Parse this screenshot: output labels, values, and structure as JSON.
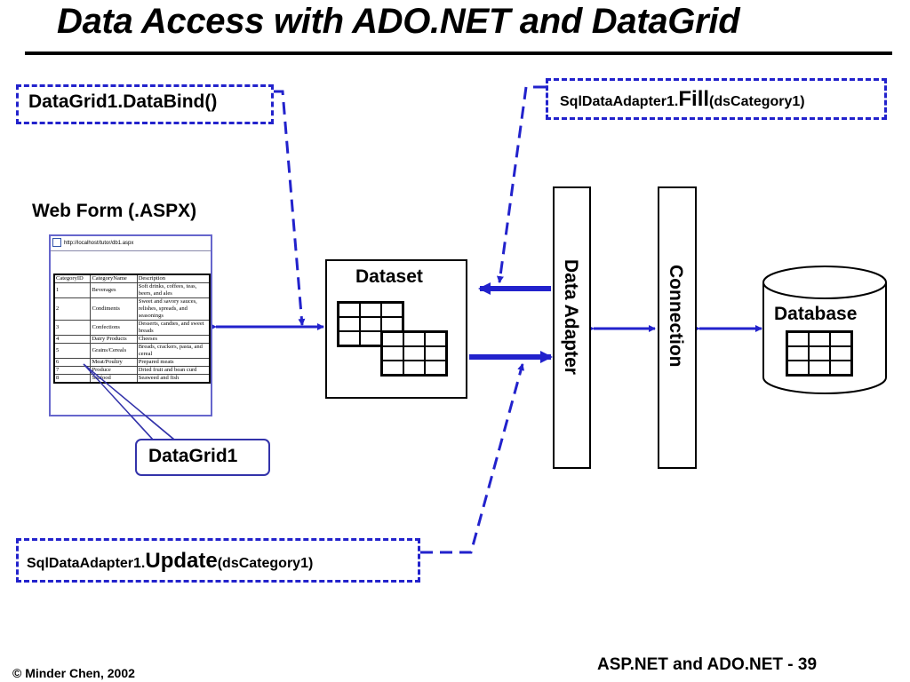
{
  "title": "Data Access with ADO.NET and DataGrid",
  "databind_call": "DataGrid1.DataBind()",
  "fill_call": {
    "prefix": "SqlDataAdapter1.",
    "method": "Fill",
    "args": "(dsCategory1)"
  },
  "update_call": {
    "prefix": "SqlDataAdapter1.",
    "method": "Update",
    "args": "(dsCategory1)"
  },
  "webform": {
    "label": "Web Form (.ASPX)",
    "address": "http://localhost/tutor/db1.aspx",
    "grid": {
      "columns": [
        "CategoryID",
        "CategoryName",
        "Description"
      ],
      "rows": [
        [
          "1",
          "Beverages",
          "Soft drinks, coffees, teas, beers, and ales"
        ],
        [
          "2",
          "Condiments",
          "Sweet and savory sauces, relishes, spreads, and seasonings"
        ],
        [
          "3",
          "Confections",
          "Desserts, candies, and sweet breads"
        ],
        [
          "4",
          "Dairy Products",
          "Cheeses"
        ],
        [
          "5",
          "Grains/Cereals",
          "Breads, crackers, pasta, and cereal"
        ],
        [
          "6",
          "Meat/Poultry",
          "Prepared meats"
        ],
        [
          "7",
          "Produce",
          "Dried fruit and bean curd"
        ],
        [
          "8",
          "Seafood",
          "Seaweed and fish"
        ]
      ]
    }
  },
  "datagrid_callout": "DataGrid1",
  "dataset_label": "Dataset",
  "data_adapter_label": "Data Adapter",
  "connection_label": "Connection",
  "database_label": "Database",
  "footer": {
    "left": "© Minder Chen, 2002",
    "right": "ASP.NET and ADO.NET - 39"
  },
  "colors": {
    "arrow_blue": "#2222cc",
    "dash_blue": "#2222cc"
  }
}
